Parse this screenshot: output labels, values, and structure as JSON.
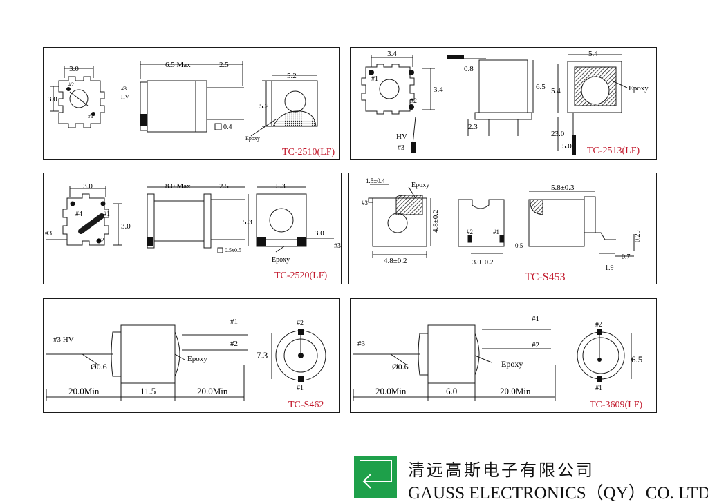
{
  "panels": {
    "p1": {
      "model": "TC-2510(LF)",
      "dims": [
        "3.0",
        "3.0",
        "6.5 Max",
        "2.5",
        "5.2",
        "5.2",
        "0.4"
      ],
      "pins": [
        "#2",
        "#1",
        "#3",
        "HV"
      ],
      "epoxy": "Epoxy"
    },
    "p2": {
      "model": "TC-2513(LF)",
      "dims": [
        "3.4",
        "3.4",
        "0.8",
        "6.5",
        "2.3",
        "5.4",
        "5.4",
        "23.0",
        "5.0"
      ],
      "pins": [
        "#1",
        "#2",
        "HV",
        "#3"
      ],
      "epoxy": "Epoxy"
    },
    "p3": {
      "model": "TC-2520(LF)",
      "dims": [
        "3.0",
        "3.0",
        "8.0 Max",
        "2.5",
        "0.5x0.5",
        "5.3",
        "5.3",
        "3.0"
      ],
      "pins": [
        "#4",
        "#1",
        "#2",
        "#3",
        "#3"
      ],
      "epoxy": "Epoxy"
    },
    "p4": {
      "model": "TC-S453",
      "dims": [
        "1.5±0.4",
        "4.8±0.2",
        "4.8±0.2",
        "3.0±0.2",
        "0.5",
        "5.8±0.3",
        "0.25",
        "0.7",
        "1.9"
      ],
      "pins": [
        "#3",
        "#2",
        "#1"
      ],
      "epoxy": "Epoxy"
    },
    "p5": {
      "model": "TC-S462",
      "dims": [
        "Ø0.6",
        "20.0Min",
        "11.5",
        "20.0Min",
        "7.3"
      ],
      "pins": [
        "#3 HV",
        "#1",
        "#2",
        "#2",
        "#1"
      ],
      "epoxy": "Epoxy"
    },
    "p6": {
      "model": "TC-3609(LF)",
      "dims": [
        "Ø0.6",
        "20.0Min",
        "6.0",
        "20.0Min",
        "6.5"
      ],
      "pins": [
        "#3",
        "#1",
        "#2",
        "#2",
        "#1"
      ],
      "epoxy": "Epoxy"
    }
  },
  "company": {
    "name_cn": "清远高斯电子有限公司",
    "name_en": "GAUSS ELECTRONICS（QY）CO. LTD."
  },
  "colors": {
    "accent_red": "#c2182b",
    "logo_green": "#1ea04a",
    "ink": "#1a1a1a"
  }
}
